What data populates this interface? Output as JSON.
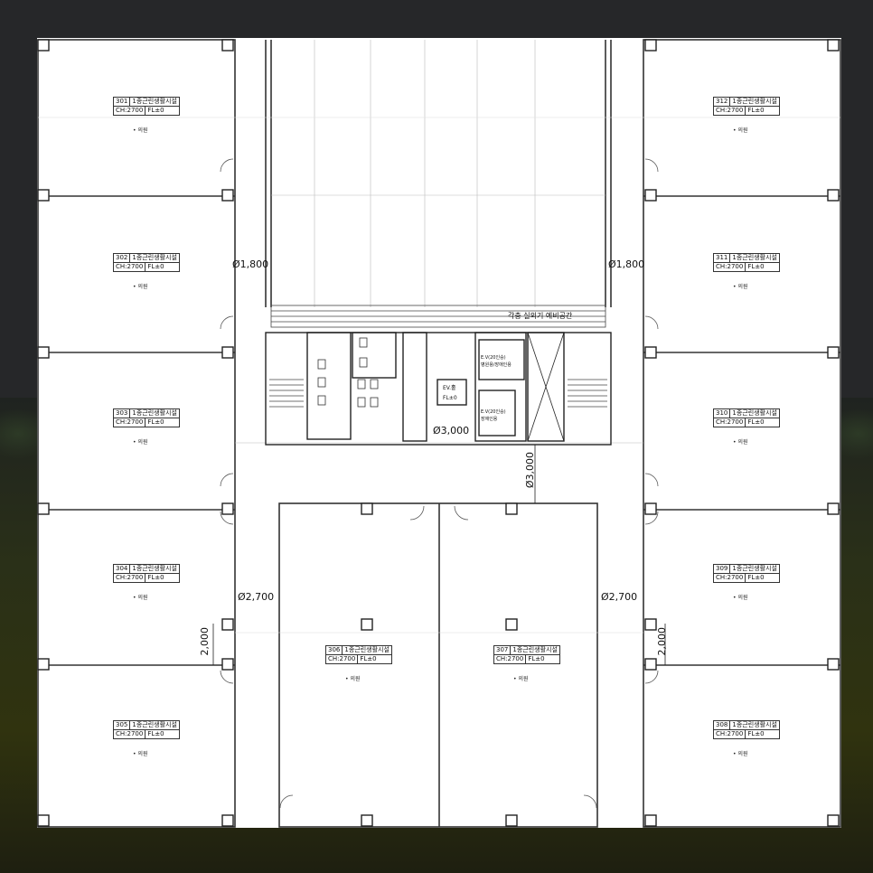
{
  "units": [
    {
      "no": "301",
      "use": "1종근린생활시설",
      "ch": "CH:2700",
      "fl": "FL±0",
      "note": "• 의원"
    },
    {
      "no": "302",
      "use": "1종근린생활시설",
      "ch": "CH:2700",
      "fl": "FL±0",
      "note": "• 의원"
    },
    {
      "no": "303",
      "use": "1종근린생활시설",
      "ch": "CH:2700",
      "fl": "FL±0",
      "note": "• 의원"
    },
    {
      "no": "304",
      "use": "1종근린생활시설",
      "ch": "CH:2700",
      "fl": "FL±0",
      "note": "• 의원"
    },
    {
      "no": "305",
      "use": "1종근린생활시설",
      "ch": "CH:2700",
      "fl": "FL±0",
      "note": "• 의원"
    },
    {
      "no": "306",
      "use": "1종근린생활시설",
      "ch": "CH:2700",
      "fl": "FL±0",
      "note": "• 의원"
    },
    {
      "no": "307",
      "use": "1종근린생활시설",
      "ch": "CH:2700",
      "fl": "FL±0",
      "note": "• 의원"
    },
    {
      "no": "308",
      "use": "1종근린생활시설",
      "ch": "CH:2700",
      "fl": "FL±0",
      "note": "• 의원"
    },
    {
      "no": "309",
      "use": "1종근린생활시설",
      "ch": "CH:2700",
      "fl": "FL±0",
      "note": "• 의원"
    },
    {
      "no": "310",
      "use": "1종근린생활시설",
      "ch": "CH:2700",
      "fl": "FL±0",
      "note": "• 의원"
    },
    {
      "no": "311",
      "use": "1종근린생활시설",
      "ch": "CH:2700",
      "fl": "FL±0",
      "note": "• 의원"
    },
    {
      "no": "312",
      "use": "1종근린생활시설",
      "ch": "CH:2700",
      "fl": "FL±0",
      "note": "• 의원"
    }
  ],
  "dimensions": {
    "corridor_left_top": "Ø1,800",
    "corridor_right_top": "Ø1,800",
    "corridor_left_bottom": "Ø2,700",
    "corridor_right_bottom": "Ø2,700",
    "core_front": "Ø3,000",
    "core_side": "Ø3,000",
    "gap_left": "2,000",
    "gap_right": "2,000"
  },
  "core": {
    "reserve_space": "각층 실외기 예비공간",
    "ev_hall": "EV.홀",
    "ev_hall_fl": "FL±0",
    "ev1": "E.V(20인승)",
    "ev1_sub": "병원용/장애인용",
    "ev2": "E.V(20인승)",
    "ev2_sub": "장애인용"
  },
  "colors": {
    "background": "#262729",
    "plan_paper": "#ffffff",
    "line": "#222222"
  }
}
